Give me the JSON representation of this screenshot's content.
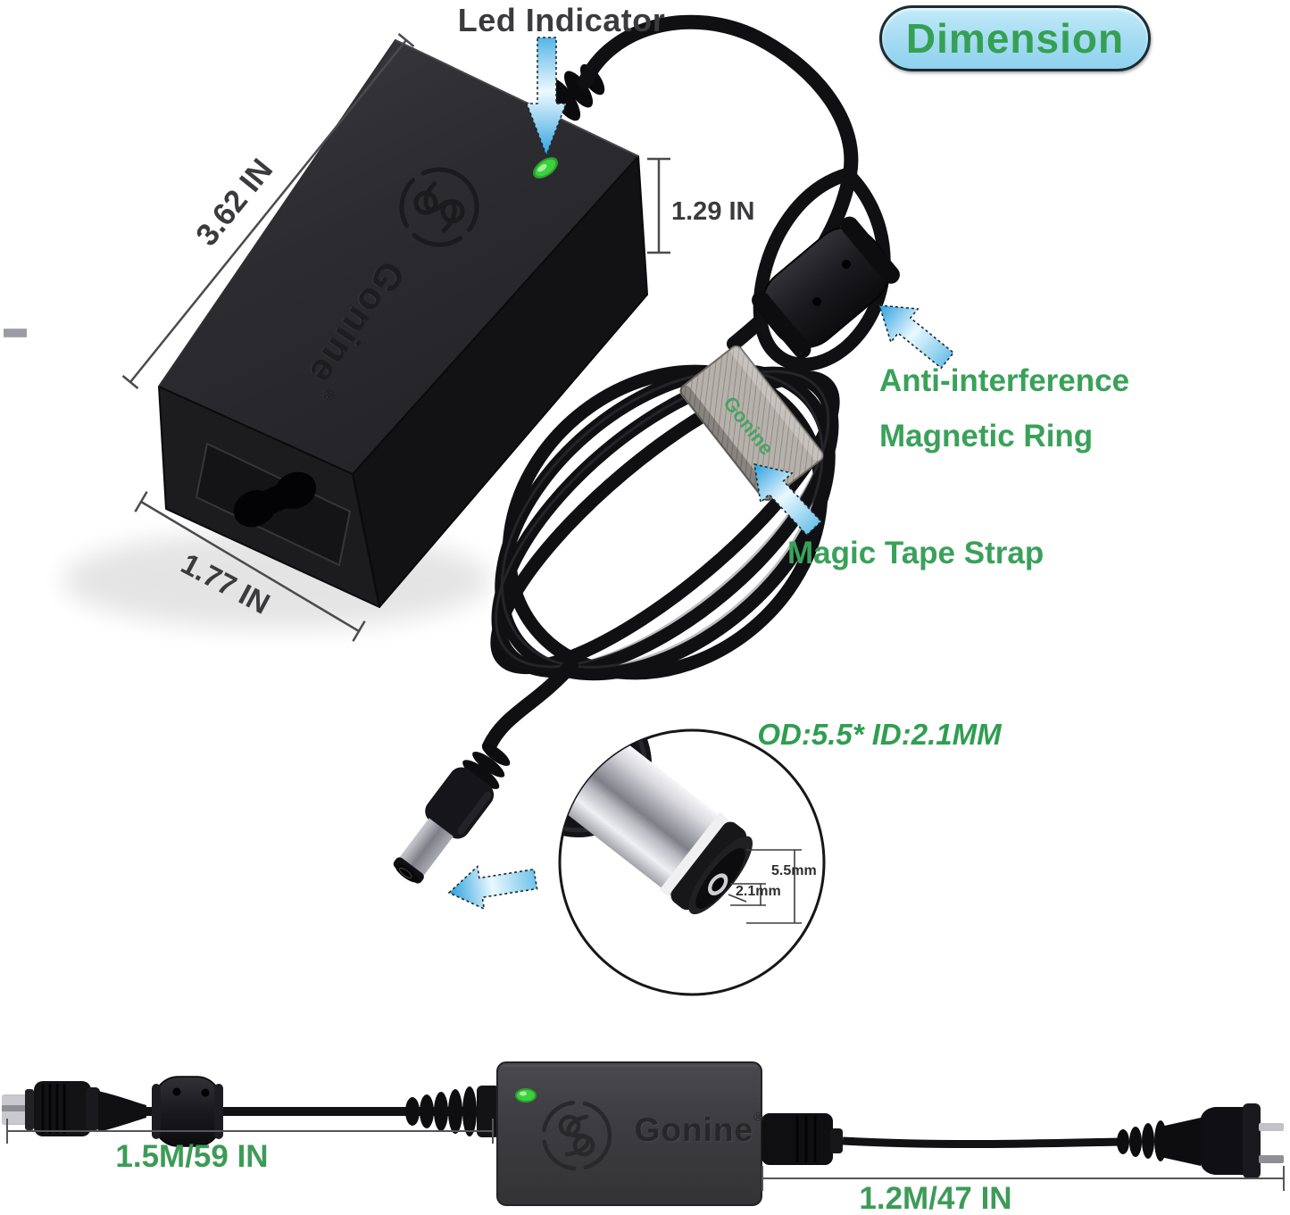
{
  "annotations": {
    "led_indicator": "Led Indicator",
    "dimension_badge": "Dimension",
    "anti_interference_line1": "Anti-interference",
    "anti_interference_line2": "Magnetic Ring",
    "magic_tape_strap": "Magic Tape Strap",
    "connector_spec": "OD:5.5* ID:2.1MM",
    "connector_outer_diameter": "5.5mm",
    "connector_inner_diameter": "2.1mm"
  },
  "measurements": {
    "adapter_length": "3.62 IN",
    "adapter_height": "1.29 IN",
    "adapter_width": "1.77 IN",
    "dc_cable_length": "1.5M/59 IN",
    "ac_cable_length": "1.2M/47 IN"
  },
  "brand": {
    "name": "Gonine",
    "registered_mark": "®",
    "strap_text": "Gonine"
  },
  "colors": {
    "label_green": "#3AA159",
    "measure_text_dark": "#3B3B3D",
    "badge_background": "#A9DDF3",
    "badge_text": "#35A053",
    "led_green": "#3BD23E",
    "arrow_blue": "#2AA0DE",
    "background": "#FFFFFF"
  }
}
